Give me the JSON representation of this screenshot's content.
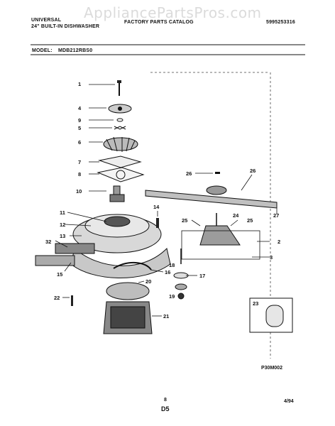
{
  "header": {
    "brand": "UNIVERSAL",
    "product": "24\" BUILT-IN DISHWASHER",
    "catalog": "FACTORY PARTS CATALOG",
    "catalog_number": "5995253316",
    "model_label": "MODEL:",
    "model_value": "MDB212RBS0",
    "watermark": "AppliancePartsPros.com"
  },
  "diagram": {
    "callouts": [
      "1",
      "4",
      "9",
      "5",
      "6",
      "7",
      "8",
      "10",
      "11",
      "12",
      "13",
      "32",
      "15",
      "22",
      "14",
      "16",
      "20",
      "21",
      "26",
      "26",
      "24",
      "25",
      "25",
      "27",
      "2",
      "3",
      "18",
      "17",
      "19",
      "23"
    ],
    "drawing_code": "P30M002"
  },
  "footer": {
    "page_number": "8",
    "section": "D5",
    "date": "4/94"
  }
}
